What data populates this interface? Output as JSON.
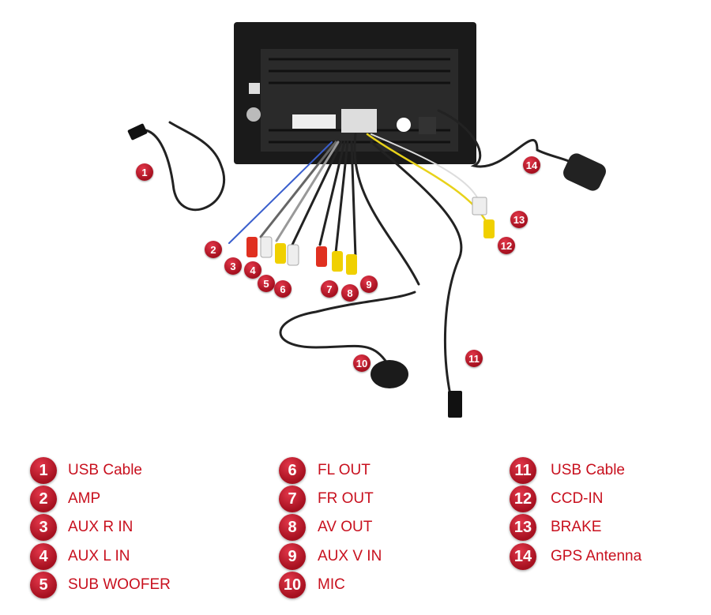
{
  "accent_color": "#c8101e",
  "legend": [
    {
      "num": "1",
      "label": "USB Cable"
    },
    {
      "num": "2",
      "label": "AMP"
    },
    {
      "num": "3",
      "label": "AUX R IN"
    },
    {
      "num": "4",
      "label": "AUX L IN"
    },
    {
      "num": "5",
      "label": "SUB WOOFER"
    },
    {
      "num": "6",
      "label": "FL OUT"
    },
    {
      "num": "7",
      "label": "FR OUT"
    },
    {
      "num": "8",
      "label": "AV OUT"
    },
    {
      "num": "9",
      "label": "AUX V IN"
    },
    {
      "num": "10",
      "label": "MIC"
    },
    {
      "num": "11",
      "label": "USB Cable"
    },
    {
      "num": "12",
      "label": "CCD-IN"
    },
    {
      "num": "13",
      "label": "BRAKE"
    },
    {
      "num": "14",
      "label": "GPS Antenna"
    }
  ]
}
